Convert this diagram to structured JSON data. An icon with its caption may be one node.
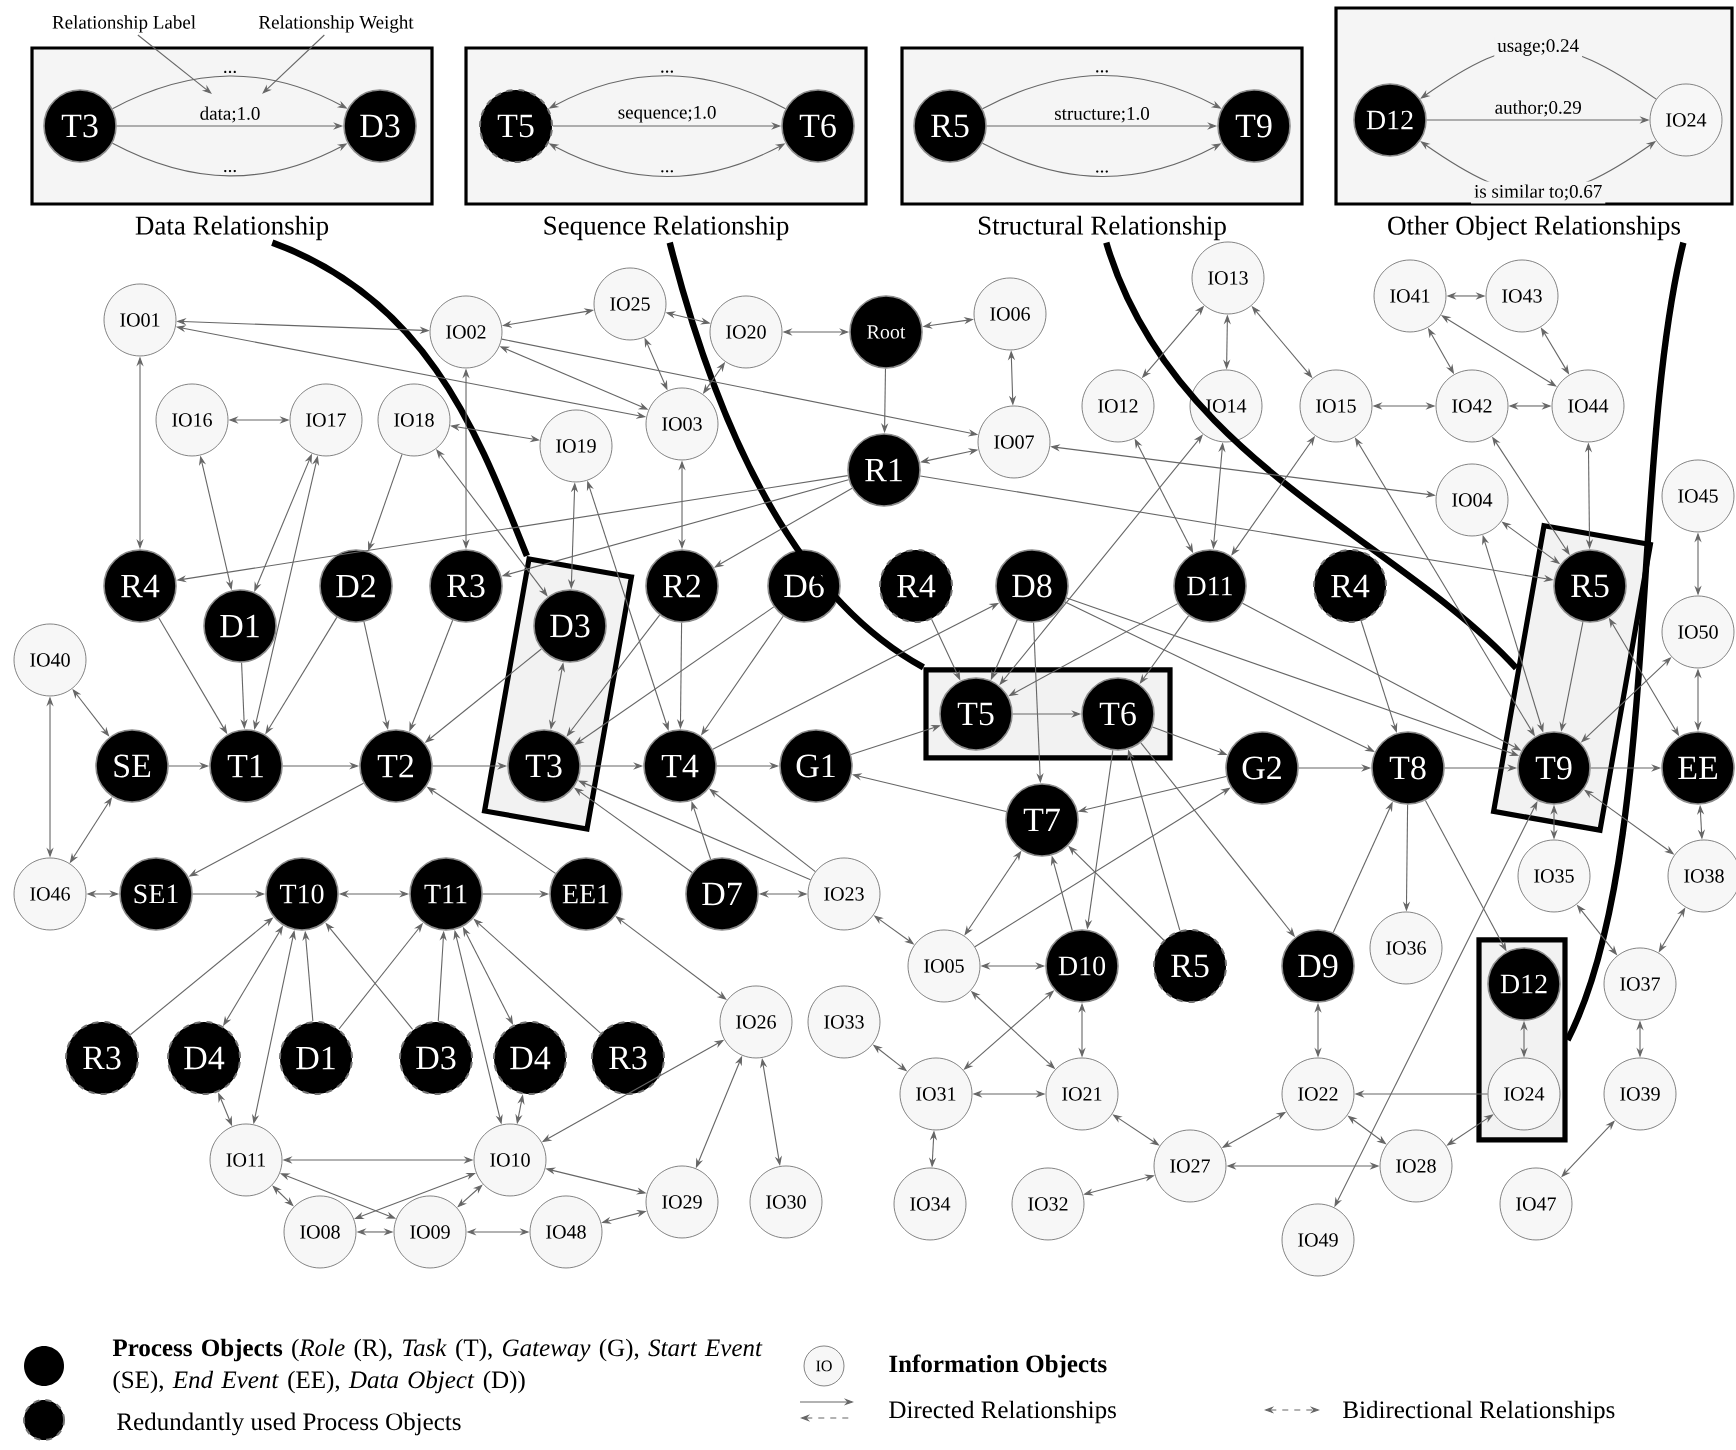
{
  "diagram": {
    "nodes": [
      {
        "text": [
          "Relationship Label"
        ]
      },
      {
        "text": [
          "Relationship Weight"
        ]
      },
      {
        "text": [
          "Data Relationship"
        ]
      },
      {
        "text": [
          "T3"
        ],
        "in": 2
      },
      {
        "text": [
          "D3"
        ],
        "in": 2
      },
      {
        "text": [
          "Sequence Relationship"
        ]
      },
      {
        "text": [
          "T5"
        ],
        "in": 5
      },
      {
        "text": [
          "T6"
        ],
        "in": 5
      },
      {
        "text": [
          "Structural Relationship"
        ]
      },
      {
        "text": [
          "R5"
        ],
        "in": 8
      },
      {
        "text": [
          "T9"
        ],
        "in": 8
      },
      {
        "text": [
          "Other Object Relationships"
        ]
      },
      {
        "text": [
          "D12"
        ],
        "in": 11
      },
      {
        "text": [
          "IO24"
        ],
        "in": 11
      },
      {
        "text": [],
        "shape": "box"
      },
      {
        "text": [],
        "shape": "box"
      },
      {
        "text": [],
        "shape": "box"
      },
      {
        "text": [],
        "shape": "box"
      },
      {
        "text": [
          "IO01"
        ]
      },
      {
        "text": [
          "IO02"
        ]
      },
      {
        "text": [
          "IO25"
        ]
      },
      {
        "text": [
          "IO20"
        ]
      },
      {
        "text": [
          "Root"
        ]
      },
      {
        "text": [
          "IO06"
        ]
      },
      {
        "text": [
          "IO13"
        ]
      },
      {
        "text": [
          "IO41"
        ]
      },
      {
        "text": [
          "IO43"
        ]
      },
      {
        "text": [
          "IO16"
        ]
      },
      {
        "text": [
          "IO17"
        ]
      },
      {
        "text": [
          "IO18"
        ]
      },
      {
        "text": [
          "IO19"
        ]
      },
      {
        "text": [
          "IO03"
        ]
      },
      {
        "text": [
          "IO07"
        ]
      },
      {
        "text": [
          "R1"
        ]
      },
      {
        "text": [
          "IO12"
        ]
      },
      {
        "text": [
          "IO14"
        ]
      },
      {
        "text": [
          "IO15"
        ]
      },
      {
        "text": [
          "IO42"
        ]
      },
      {
        "text": [
          "IO44"
        ]
      },
      {
        "text": [
          "IO04"
        ]
      },
      {
        "text": [
          "IO45"
        ]
      },
      {
        "text": [
          "R4"
        ]
      },
      {
        "text": [
          "D1"
        ]
      },
      {
        "text": [
          "D2"
        ]
      },
      {
        "text": [
          "R3"
        ]
      },
      {
        "text": [
          "D3"
        ],
        "in": 14
      },
      {
        "text": [
          "R2"
        ]
      },
      {
        "text": [
          "D6"
        ]
      },
      {
        "text": [
          "R4"
        ]
      },
      {
        "text": [
          "D8"
        ]
      },
      {
        "text": [
          "D11"
        ]
      },
      {
        "text": [
          "R4"
        ]
      },
      {
        "text": [
          "R5"
        ],
        "in": 16
      },
      {
        "text": [
          "IO50"
        ]
      },
      {
        "text": [
          "IO40"
        ]
      },
      {
        "text": [
          "SE"
        ]
      },
      {
        "text": [
          "T1"
        ]
      },
      {
        "text": [
          "T2"
        ]
      },
      {
        "text": [
          "T3"
        ],
        "in": 14
      },
      {
        "text": [
          "T4"
        ]
      },
      {
        "text": [
          "G1"
        ]
      },
      {
        "text": [
          "T5"
        ],
        "in": 15
      },
      {
        "text": [
          "T6"
        ],
        "in": 15
      },
      {
        "text": [
          "G2"
        ]
      },
      {
        "text": [
          "T8"
        ]
      },
      {
        "text": [
          "T9"
        ],
        "in": 16
      },
      {
        "text": [
          "EE"
        ]
      },
      {
        "text": [
          "T7"
        ]
      },
      {
        "text": [
          "IO46"
        ]
      },
      {
        "text": [
          "SE1"
        ]
      },
      {
        "text": [
          "T10"
        ]
      },
      {
        "text": [
          "T11"
        ]
      },
      {
        "text": [
          "EE1"
        ]
      },
      {
        "text": [
          "D7"
        ]
      },
      {
        "text": [
          "IO23"
        ]
      },
      {
        "text": [
          "IO35"
        ]
      },
      {
        "text": [
          "IO38"
        ]
      },
      {
        "text": [
          "IO36"
        ]
      },
      {
        "text": [
          "IO05"
        ]
      },
      {
        "text": [
          "D10"
        ]
      },
      {
        "text": [
          "R5"
        ]
      },
      {
        "text": [
          "D9"
        ]
      },
      {
        "text": [
          "D12"
        ],
        "in": 17
      },
      {
        "text": [
          "IO37"
        ]
      },
      {
        "text": [
          "R3"
        ]
      },
      {
        "text": [
          "D4"
        ]
      },
      {
        "text": [
          "D1"
        ]
      },
      {
        "text": [
          "D3"
        ]
      },
      {
        "text": [
          "D4"
        ]
      },
      {
        "text": [
          "R3"
        ]
      },
      {
        "text": [
          "IO26"
        ]
      },
      {
        "text": [
          "IO33"
        ]
      },
      {
        "text": [
          "IO31"
        ]
      },
      {
        "text": [
          "IO21"
        ]
      },
      {
        "text": [
          "IO22"
        ]
      },
      {
        "text": [
          "IO24"
        ],
        "in": 17
      },
      {
        "text": [
          "IO39"
        ]
      },
      {
        "text": [
          "IO11"
        ]
      },
      {
        "text": [
          "IO10"
        ]
      },
      {
        "text": [
          "IO27"
        ]
      },
      {
        "text": [
          "IO28"
        ]
      },
      {
        "text": [
          "IO29"
        ]
      },
      {
        "text": [
          "IO30"
        ]
      },
      {
        "text": [
          "IO34"
        ]
      },
      {
        "text": [
          "IO32"
        ]
      },
      {
        "text": [
          "IO47"
        ]
      },
      {
        "text": [
          "IO08"
        ]
      },
      {
        "text": [
          "IO09"
        ]
      },
      {
        "text": [
          "IO48"
        ]
      },
      {
        "text": [
          "IO49"
        ]
      }
    ],
    "edges": [
      {
        "from": 0,
        "to": null,
        "arrow": "to"
      },
      {
        "from": 1,
        "to": null,
        "arrow": "to"
      },
      {
        "from": 3,
        "to": 4,
        "arrow": "to",
        "label": "..."
      },
      {
        "from": 3,
        "to": 4,
        "arrow": "to",
        "label": "data;1.0"
      },
      {
        "from": 3,
        "to": 4,
        "arrow": "to",
        "label": "..."
      },
      {
        "from": 7,
        "to": 6,
        "arrow": "to",
        "label": "..."
      },
      {
        "from": 6,
        "to": 7,
        "arrow": "to",
        "label": "sequence;1.0"
      },
      {
        "from": 6,
        "to": 7,
        "arrow": "both",
        "label": "..."
      },
      {
        "from": 9,
        "to": 10,
        "arrow": "to",
        "label": "..."
      },
      {
        "from": 9,
        "to": 10,
        "arrow": "to",
        "label": "structure;1.0"
      },
      {
        "from": 9,
        "to": 10,
        "arrow": "to",
        "label": "..."
      },
      {
        "from": 13,
        "to": 12,
        "arrow": "to",
        "label": "usage;0.24"
      },
      {
        "from": 12,
        "to": 13,
        "arrow": "to",
        "label": "author;0.29"
      },
      {
        "from": 12,
        "to": 13,
        "arrow": "both",
        "label": "is similar to;0.67"
      },
      {
        "from": 2,
        "to": 14,
        "arrow": "none",
        "style": "thick",
        "color": "#000000"
      },
      {
        "from": 5,
        "to": 15,
        "arrow": "none",
        "style": "thick",
        "color": "#000000"
      },
      {
        "from": 8,
        "to": 16,
        "arrow": "none",
        "style": "thick",
        "color": "#000000"
      },
      {
        "from": 11,
        "to": 17,
        "arrow": "none",
        "style": "thick",
        "color": "#000000"
      },
      {
        "from": 18,
        "to": 19,
        "arrow": "both"
      },
      {
        "from": 18,
        "to": 31,
        "arrow": "both"
      },
      {
        "from": 18,
        "to": 41,
        "arrow": "both"
      },
      {
        "from": 19,
        "to": 20,
        "arrow": "both"
      },
      {
        "from": 19,
        "to": 31,
        "arrow": "both"
      },
      {
        "from": 19,
        "to": 44,
        "arrow": "both"
      },
      {
        "from": 19,
        "to": 32,
        "arrow": "to"
      },
      {
        "from": 20,
        "to": 21,
        "arrow": "both"
      },
      {
        "from": 20,
        "to": 31,
        "arrow": "both"
      },
      {
        "from": 21,
        "to": 22,
        "arrow": "both"
      },
      {
        "from": 21,
        "to": 31,
        "arrow": "both"
      },
      {
        "from": 22,
        "to": 23,
        "arrow": "both"
      },
      {
        "from": 22,
        "to": 33,
        "arrow": "to"
      },
      {
        "from": 23,
        "to": 32,
        "arrow": "both"
      },
      {
        "from": 33,
        "to": 32,
        "arrow": "both"
      },
      {
        "from": 27,
        "to": 28,
        "arrow": "both"
      },
      {
        "from": 27,
        "to": 42,
        "arrow": "both"
      },
      {
        "from": 28,
        "to": 42,
        "arrow": "both"
      },
      {
        "from": 28,
        "to": 56,
        "arrow": "both"
      },
      {
        "from": 29,
        "to": 30,
        "arrow": "both"
      },
      {
        "from": 29,
        "to": 43,
        "arrow": "to"
      },
      {
        "from": 29,
        "to": 45,
        "arrow": "both"
      },
      {
        "from": 30,
        "to": 45,
        "arrow": "both"
      },
      {
        "from": 30,
        "to": 59,
        "arrow": "both"
      },
      {
        "from": 31,
        "to": 46,
        "arrow": "both"
      },
      {
        "from": 33,
        "to": 41,
        "arrow": "to"
      },
      {
        "from": 33,
        "to": 44,
        "arrow": "to"
      },
      {
        "from": 33,
        "to": 46,
        "arrow": "to"
      },
      {
        "from": 33,
        "to": 52,
        "arrow": "to"
      },
      {
        "from": 32,
        "to": 39,
        "arrow": "both"
      },
      {
        "from": 41,
        "to": 56,
        "arrow": "to"
      },
      {
        "from": 42,
        "to": 56,
        "arrow": "to"
      },
      {
        "from": 43,
        "to": 56,
        "arrow": "to"
      },
      {
        "from": 43,
        "to": 57,
        "arrow": "to"
      },
      {
        "from": 44,
        "to": 57,
        "arrow": "to"
      },
      {
        "from": 45,
        "to": 57,
        "arrow": "to"
      },
      {
        "from": 45,
        "to": 58,
        "arrow": "both"
      },
      {
        "from": 46,
        "to": 58,
        "arrow": "to"
      },
      {
        "from": 46,
        "to": 59,
        "arrow": "to"
      },
      {
        "from": 47,
        "to": 58,
        "arrow": "to"
      },
      {
        "from": 47,
        "to": 59,
        "arrow": "to"
      },
      {
        "from": 55,
        "to": 56,
        "arrow": "to"
      },
      {
        "from": 56,
        "to": 57,
        "arrow": "to"
      },
      {
        "from": 57,
        "to": 58,
        "arrow": "to"
      },
      {
        "from": 58,
        "to": 59,
        "arrow": "to"
      },
      {
        "from": 59,
        "to": 60,
        "arrow": "to"
      },
      {
        "from": 54,
        "to": 55,
        "arrow": "both"
      },
      {
        "from": 54,
        "to": 68,
        "arrow": "both"
      },
      {
        "from": 55,
        "to": 68,
        "arrow": "both"
      },
      {
        "from": 68,
        "to": 69,
        "arrow": "both"
      },
      {
        "from": 57,
        "to": 69,
        "arrow": "to"
      },
      {
        "from": 72,
        "to": 57,
        "arrow": "to"
      },
      {
        "from": 69,
        "to": 70,
        "arrow": "to"
      },
      {
        "from": 70,
        "to": 71,
        "arrow": "both"
      },
      {
        "from": 71,
        "to": 72,
        "arrow": "to"
      },
      {
        "from": 73,
        "to": 74,
        "arrow": "both"
      },
      {
        "from": 73,
        "to": 58,
        "arrow": "to"
      },
      {
        "from": 74,
        "to": 58,
        "arrow": "to"
      },
      {
        "from": 73,
        "to": 59,
        "arrow": "to"
      },
      {
        "from": 74,
        "to": 59,
        "arrow": "to"
      },
      {
        "from": 60,
        "to": 61,
        "arrow": "to"
      },
      {
        "from": 67,
        "to": 60,
        "arrow": "to"
      },
      {
        "from": 59,
        "to": 49,
        "arrow": "to"
      },
      {
        "from": 61,
        "to": 35,
        "arrow": "both"
      },
      {
        "from": 49,
        "to": 61,
        "arrow": "to"
      },
      {
        "from": 48,
        "to": 61,
        "arrow": "to"
      },
      {
        "from": 61,
        "to": 62,
        "arrow": "to"
      },
      {
        "from": 50,
        "to": 61,
        "arrow": "to"
      },
      {
        "from": 50,
        "to": 62,
        "arrow": "to"
      },
      {
        "from": 49,
        "to": 67,
        "arrow": "to"
      },
      {
        "from": 49,
        "to": 64,
        "arrow": "to"
      },
      {
        "from": 49,
        "to": 65,
        "arrow": "to"
      },
      {
        "from": 50,
        "to": 65,
        "arrow": "to"
      },
      {
        "from": 51,
        "to": 64,
        "arrow": "to"
      },
      {
        "from": 62,
        "to": 63,
        "arrow": "to"
      },
      {
        "from": 63,
        "to": 64,
        "arrow": "to"
      },
      {
        "from": 64,
        "to": 65,
        "arrow": "to"
      },
      {
        "from": 65,
        "to": 66,
        "arrow": "to"
      },
      {
        "from": 63,
        "to": 67,
        "arrow": "to"
      },
      {
        "from": 52,
        "to": 65,
        "arrow": "to"
      },
      {
        "from": 39,
        "to": 65,
        "arrow": "both"
      },
      {
        "from": 36,
        "to": 65,
        "arrow": "both"
      },
      {
        "from": 37,
        "to": 52,
        "arrow": "both"
      },
      {
        "from": 38,
        "to": 52,
        "arrow": "both"
      },
      {
        "from": 39,
        "to": 52,
        "arrow": "both"
      },
      {
        "from": 53,
        "to": 65,
        "arrow": "both"
      },
      {
        "from": 52,
        "to": 66,
        "arrow": "both"
      },
      {
        "from": 40,
        "to": 53,
        "arrow": "both"
      },
      {
        "from": 53,
        "to": 66,
        "arrow": "both"
      },
      {
        "from": 65,
        "to": 76,
        "arrow": "both"
      },
      {
        "from": 75,
        "to": 65,
        "arrow": "both"
      },
      {
        "from": 24,
        "to": 34,
        "arrow": "both"
      },
      {
        "from": 24,
        "to": 35,
        "arrow": "both"
      },
      {
        "from": 24,
        "to": 36,
        "arrow": "both"
      },
      {
        "from": 34,
        "to": 50,
        "arrow": "both"
      },
      {
        "from": 35,
        "to": 50,
        "arrow": "both"
      },
      {
        "from": 36,
        "to": 50,
        "arrow": "both"
      },
      {
        "from": 36,
        "to": 37,
        "arrow": "both"
      },
      {
        "from": 37,
        "to": 38,
        "arrow": "both"
      },
      {
        "from": 25,
        "to": 26,
        "arrow": "both"
      },
      {
        "from": 25,
        "to": 37,
        "arrow": "both"
      },
      {
        "from": 25,
        "to": 38,
        "arrow": "both"
      },
      {
        "from": 26,
        "to": 38,
        "arrow": "both"
      },
      {
        "from": 81,
        "to": 64,
        "arrow": "to"
      },
      {
        "from": 64,
        "to": 77,
        "arrow": "to"
      },
      {
        "from": 64,
        "to": 82,
        "arrow": "to"
      },
      {
        "from": 109,
        "to": 65,
        "arrow": "both"
      },
      {
        "from": 78,
        "to": 67,
        "arrow": "both"
      },
      {
        "from": 79,
        "to": 67,
        "arrow": "to"
      },
      {
        "from": 62,
        "to": 79,
        "arrow": "to"
      },
      {
        "from": 80,
        "to": 62,
        "arrow": "to"
      },
      {
        "from": 80,
        "to": 67,
        "arrow": "to"
      },
      {
        "from": 62,
        "to": 81,
        "arrow": "to"
      },
      {
        "from": 78,
        "to": 63,
        "arrow": "to"
      },
      {
        "from": 74,
        "to": 78,
        "arrow": "both"
      },
      {
        "from": 78,
        "to": 79,
        "arrow": "both"
      },
      {
        "from": 78,
        "to": 93,
        "arrow": "both"
      },
      {
        "from": 79,
        "to": 92,
        "arrow": "both"
      },
      {
        "from": 79,
        "to": 93,
        "arrow": "both"
      },
      {
        "from": 92,
        "to": 93,
        "arrow": "both"
      },
      {
        "from": 92,
        "to": 91,
        "arrow": "both"
      },
      {
        "from": 92,
        "to": 103,
        "arrow": "both"
      },
      {
        "from": 93,
        "to": 99,
        "arrow": "both"
      },
      {
        "from": 99,
        "to": 94,
        "arrow": "both"
      },
      {
        "from": 99,
        "to": 100,
        "arrow": "both"
      },
      {
        "from": 99,
        "to": 104,
        "arrow": "both"
      },
      {
        "from": 94,
        "to": 81,
        "arrow": "both"
      },
      {
        "from": 95,
        "to": 94,
        "arrow": "to"
      },
      {
        "from": 94,
        "to": 100,
        "arrow": "both"
      },
      {
        "from": 100,
        "to": 95,
        "arrow": "both"
      },
      {
        "from": 82,
        "to": 95,
        "arrow": "both"
      },
      {
        "from": 83,
        "to": 75,
        "arrow": "both"
      },
      {
        "from": 83,
        "to": 76,
        "arrow": "both"
      },
      {
        "from": 83,
        "to": 96,
        "arrow": "both"
      },
      {
        "from": 96,
        "to": 105,
        "arrow": "both"
      },
      {
        "from": 84,
        "to": 70,
        "arrow": "to"
      },
      {
        "from": 85,
        "to": 70,
        "arrow": "both"
      },
      {
        "from": 86,
        "to": 70,
        "arrow": "to"
      },
      {
        "from": 87,
        "to": 70,
        "arrow": "to"
      },
      {
        "from": 97,
        "to": 70,
        "arrow": "both"
      },
      {
        "from": 86,
        "to": 71,
        "arrow": "to"
      },
      {
        "from": 87,
        "to": 71,
        "arrow": "to"
      },
      {
        "from": 71,
        "to": 88,
        "arrow": "both"
      },
      {
        "from": 71,
        "to": 98,
        "arrow": "both"
      },
      {
        "from": 89,
        "to": 71,
        "arrow": "to"
      },
      {
        "from": 85,
        "to": 97,
        "arrow": "both"
      },
      {
        "from": 88,
        "to": 98,
        "arrow": "both"
      },
      {
        "from": 97,
        "to": 98,
        "arrow": "both"
      },
      {
        "from": 98,
        "to": 90,
        "arrow": "both"
      },
      {
        "from": 98,
        "to": 101,
        "arrow": "both"
      },
      {
        "from": 72,
        "to": 90,
        "arrow": "both"
      },
      {
        "from": 90,
        "to": 101,
        "arrow": "both"
      },
      {
        "from": 90,
        "to": 102,
        "arrow": "both"
      },
      {
        "from": 97,
        "to": 107,
        "arrow": "both"
      },
      {
        "from": 106,
        "to": 97,
        "arrow": "both"
      },
      {
        "from": 106,
        "to": 98,
        "arrow": "both"
      },
      {
        "from": 107,
        "to": 98,
        "arrow": "both"
      },
      {
        "from": 106,
        "to": 107,
        "arrow": "both"
      },
      {
        "from": 107,
        "to": 108,
        "arrow": "both"
      },
      {
        "from": 108,
        "to": 101,
        "arrow": "both"
      },
      {
        "from": 66,
        "to": 76,
        "arrow": "both"
      }
    ],
    "labels": [
      "IO"
    ],
    "legend": [
      {
        "text": "**Process Objects** (*Role* (R), *Task* (T), *Gateway* (G), *Start Event* (SE), *End Event* (EE), *Data Object* (D))"
      },
      {
        "text": "Redundantly used Process Objects"
      },
      {
        "text": "Information Objects"
      },
      {
        "text": "Directed Relationships"
      },
      {
        "text": "Bidirectional Relationships"
      }
    ]
  }
}
